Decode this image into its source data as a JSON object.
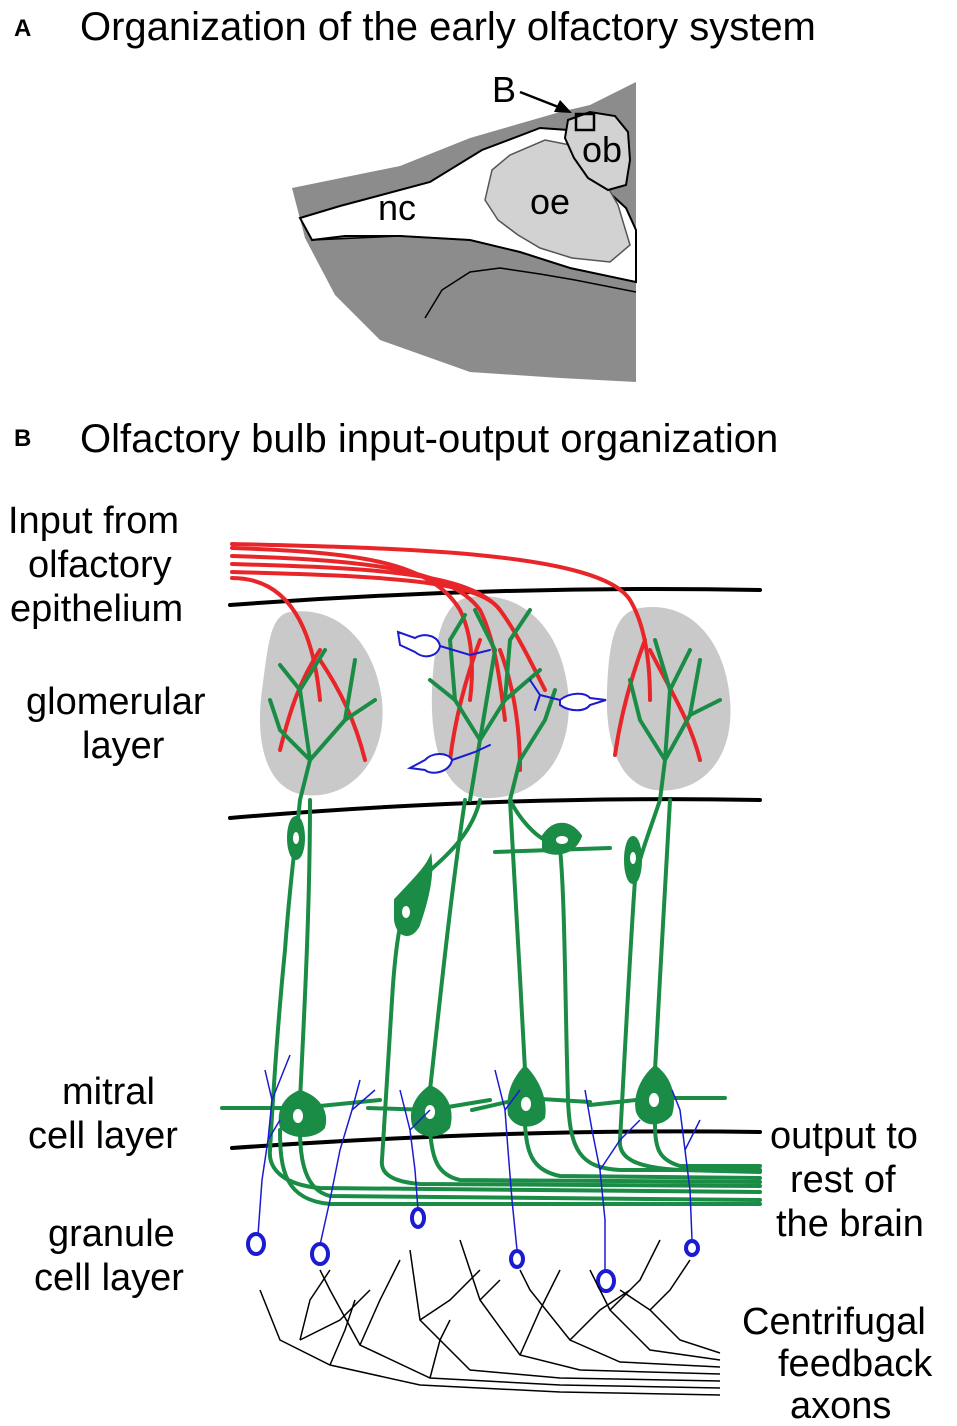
{
  "panel_a": {
    "letter": "A",
    "title": "Organization of the early olfactory system",
    "labels": {
      "b_marker": "B",
      "ob": "ob",
      "oe": "oe",
      "nc": "nc"
    }
  },
  "panel_b": {
    "letter": "B",
    "title": "Olfactory bulb input-output organization",
    "labels": {
      "input_line1": "Input from",
      "input_line2": "olfactory",
      "input_line3": "epithelium",
      "glomerular_line1": "glomerular",
      "glomerular_line2": "layer",
      "mitral_line1": "mitral",
      "mitral_line2": "cell layer",
      "granule_line1": "granule",
      "granule_line2": "cell layer",
      "output_line1": "output to",
      "output_line2": "rest of",
      "output_line3": "the brain",
      "centrifugal_line1": "Centrifugal",
      "centrifugal_line2": "feedback",
      "centrifugal_line3": "axons"
    }
  },
  "colors": {
    "receptor_axons": "#e8262a",
    "mitral_tufted": "#1a8c45",
    "periglomerular_granule": "#1b1bd1",
    "glomerulus_fill": "#c9c9c9",
    "tissue_dark": "#8c8c8c",
    "tissue_light": "#d2d2d2"
  }
}
